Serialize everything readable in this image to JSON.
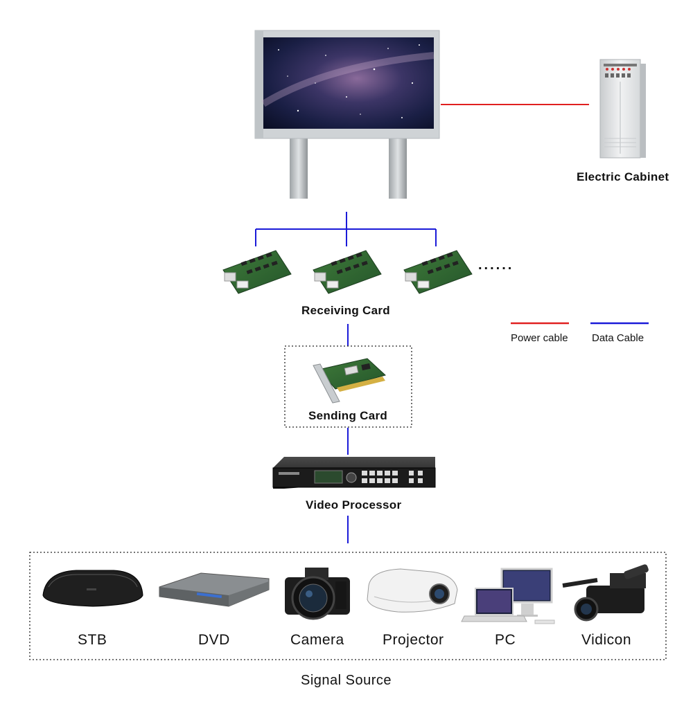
{
  "display_label": "",
  "cabinet_label": "Electric Cabinet",
  "receiving_label": "Receiving Card",
  "ellipsis": "......",
  "sending_label": "Sending Card",
  "processor_label": "Video Processor",
  "legend": {
    "power": {
      "label": "Power cable",
      "color": "#e02020"
    },
    "data": {
      "label": "Data Cable",
      "color": "#1a1ad8"
    }
  },
  "sources": [
    {
      "label": "STB",
      "icon": "set-top-box-icon"
    },
    {
      "label": "DVD",
      "icon": "dvd-player-icon"
    },
    {
      "label": "Camera",
      "icon": "camera-icon"
    },
    {
      "label": "Projector",
      "icon": "projector-icon"
    },
    {
      "label": "PC",
      "icon": "computer-icon"
    },
    {
      "label": "Vidicon",
      "icon": "video-camera-icon"
    }
  ],
  "signal_source_label": "Signal Source"
}
